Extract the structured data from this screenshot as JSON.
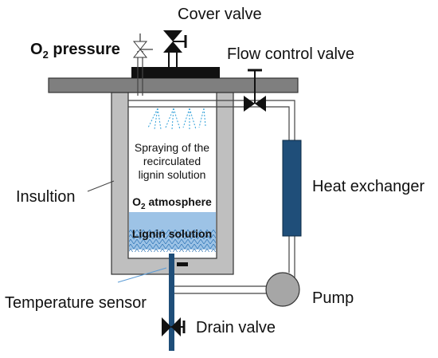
{
  "diagram": {
    "labels": {
      "cover_valve": "Cover valve",
      "o2_pressure_sym": "O",
      "o2_pressure_sub": "2",
      "o2_pressure_rest": " pressure",
      "flow_control_valve": "Flow control valve",
      "spraying_line1": "Spraying of the",
      "spraying_line2": "recirculated",
      "spraying_line3": "lignin solution",
      "o2_atm_sym": "O",
      "o2_atm_sub": "2",
      "o2_atm_rest": " atmosphere",
      "lignin_solution": "Lignin solution",
      "insulation": "Insultion",
      "heat_exchanger": "Heat exchanger",
      "temperature_sensor": "Temperature sensor",
      "pump": "Pump",
      "drain_valve": "Drain valve"
    },
    "colors": {
      "pipe_dark": "#1f4e79",
      "heat_exchanger": "#1f4e79",
      "lignin_fill": "#9dc3e6",
      "spray_drops": "#2e9fd8",
      "insulation": "#bfbfbf",
      "lid": "#7f7f7f",
      "cover_plate": "#111111",
      "pump": "#a6a6a6"
    }
  }
}
